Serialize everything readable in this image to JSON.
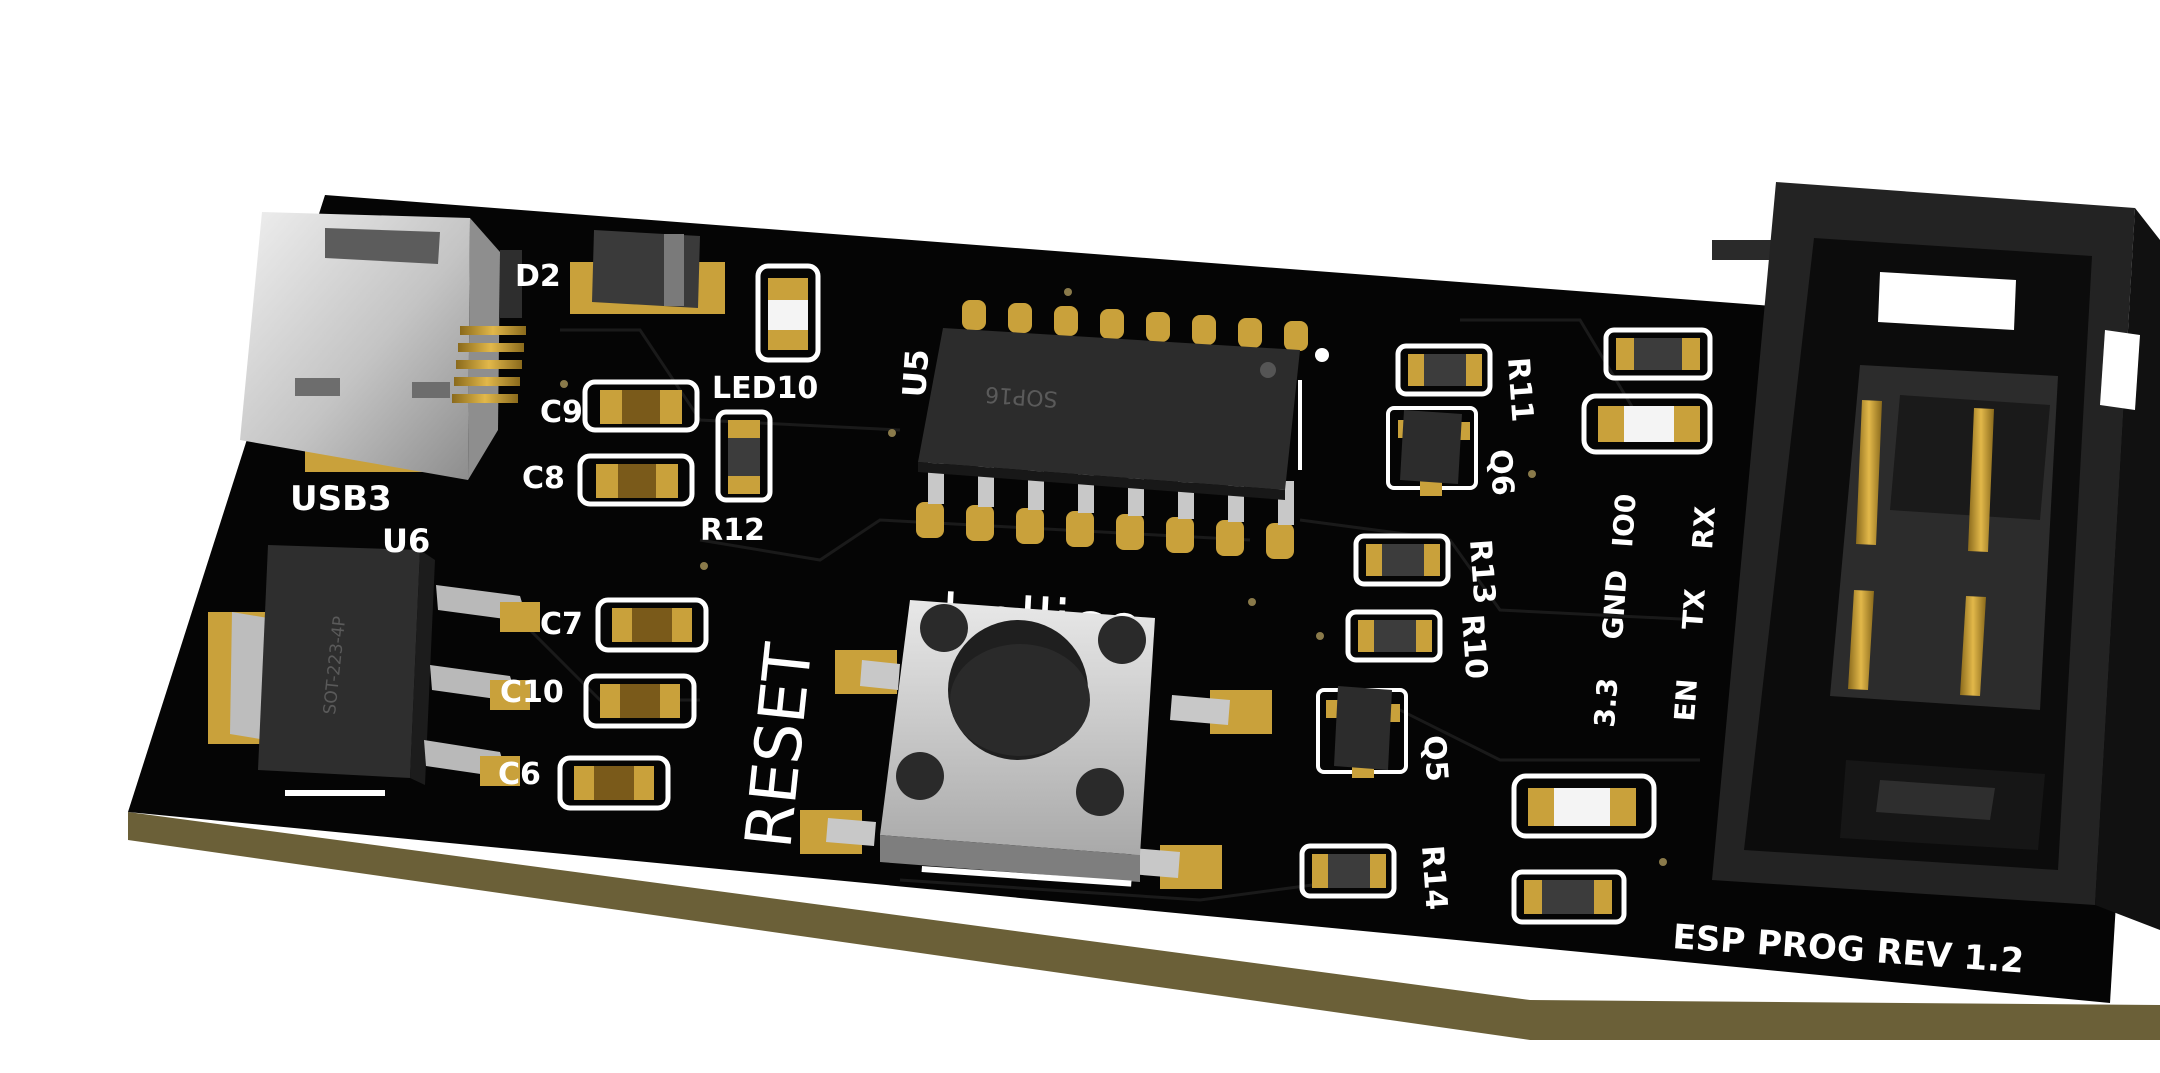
{
  "board": {
    "title": "ESP PROG REV 1.2",
    "reset_label": "RESET",
    "logo_text": "bellice",
    "header_pins": "1124",
    "colors": {
      "pcb": "#050505",
      "edge": "#6b6038",
      "pad": "#c9a13b",
      "silk": "#ffffff",
      "metal": "#c8c8c8"
    }
  },
  "refs": {
    "usb": "USB3",
    "d2": "D2",
    "led10": "LED10",
    "r12": "R12",
    "c9": "C9",
    "c8": "C8",
    "u6": "U6",
    "c7": "C7",
    "c10": "C10",
    "c6": "C6",
    "u5": "U5",
    "r11": "R11",
    "q6": "Q6",
    "r13": "R13",
    "r10": "R10",
    "q5": "Q5",
    "r14": "R14"
  },
  "packages": {
    "u5": "SOP16",
    "u6": "SOT-223-4P"
  },
  "pin_labels": {
    "io0": "IO0",
    "rx": "RX",
    "gnd": "GND",
    "tx": "TX",
    "v33": "3.3",
    "en": "EN"
  }
}
